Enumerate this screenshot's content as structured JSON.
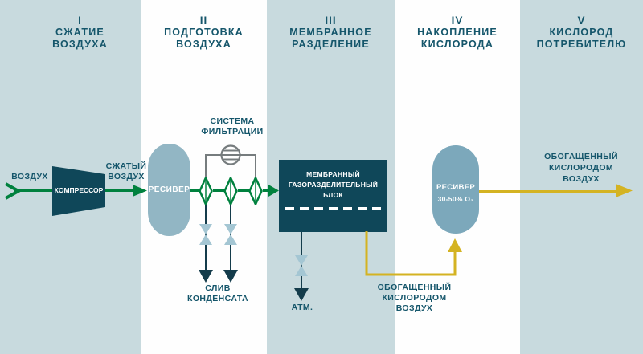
{
  "stages": [
    {
      "numeral": "I",
      "title_line1": "СЖАТИЕ",
      "title_line2": "ВОЗДУХА"
    },
    {
      "numeral": "II",
      "title_line1": "ПОДГОТОВКА",
      "title_line2": "ВОЗДУХА"
    },
    {
      "numeral": "III",
      "title_line1": "МЕМБРАННОЕ",
      "title_line2": "РАЗДЕЛЕНИЕ"
    },
    {
      "numeral": "IV",
      "title_line1": "НАКОПЛЕНИЕ",
      "title_line2": "КИСЛОРОДА"
    },
    {
      "numeral": "V",
      "title_line1": "КИСЛОРОД",
      "title_line2": "ПОТРЕБИТЕЛЮ"
    }
  ],
  "flow": {
    "air_label": "ВОЗДУХ",
    "compressor_label": "КОМПРЕССОР",
    "compressed_air": [
      "СЖАТЫЙ",
      "ВОЗДУХ"
    ],
    "receiver1_label": "РЕСИВЕР",
    "filtration_system": [
      "СИСТЕМА",
      "ФИЛЬТРАЦИИ"
    ],
    "condensate_drain": [
      "СЛИВ",
      "КОНДЕНСАТА"
    ],
    "membrane_unit": [
      "МЕМБРАННЫЙ",
      "ГАЗОРАЗДЕЛИТЕЛЬНЫЙ",
      "БЛОК"
    ],
    "atm_label": "АТМ.",
    "enriched_air_mid": [
      "ОБОГАЩЕННЫЙ",
      "КИСЛОРОДОМ",
      "ВОЗДУХ"
    ],
    "receiver2_label": "РЕСИВЕР",
    "receiver2_content": "30-50% O₂",
    "enriched_air_out": [
      "ОБОГАЩЕННЫЙ",
      "КИСЛОРОДОМ",
      "ВОЗДУХ"
    ]
  },
  "colors": {
    "stripe_light": "#c8dade",
    "text_dark": "#15566b",
    "shape_dark": "#0f4759",
    "flow_green": "#00813e",
    "flow_yellow": "#d4b322",
    "receiver1_fill": "#92b6c4",
    "receiver2_fill": "#7ca8bb",
    "valve_fill": "#a4c6d3",
    "drain_dark": "#143c4b",
    "bypass_gray": "#767c7e"
  }
}
